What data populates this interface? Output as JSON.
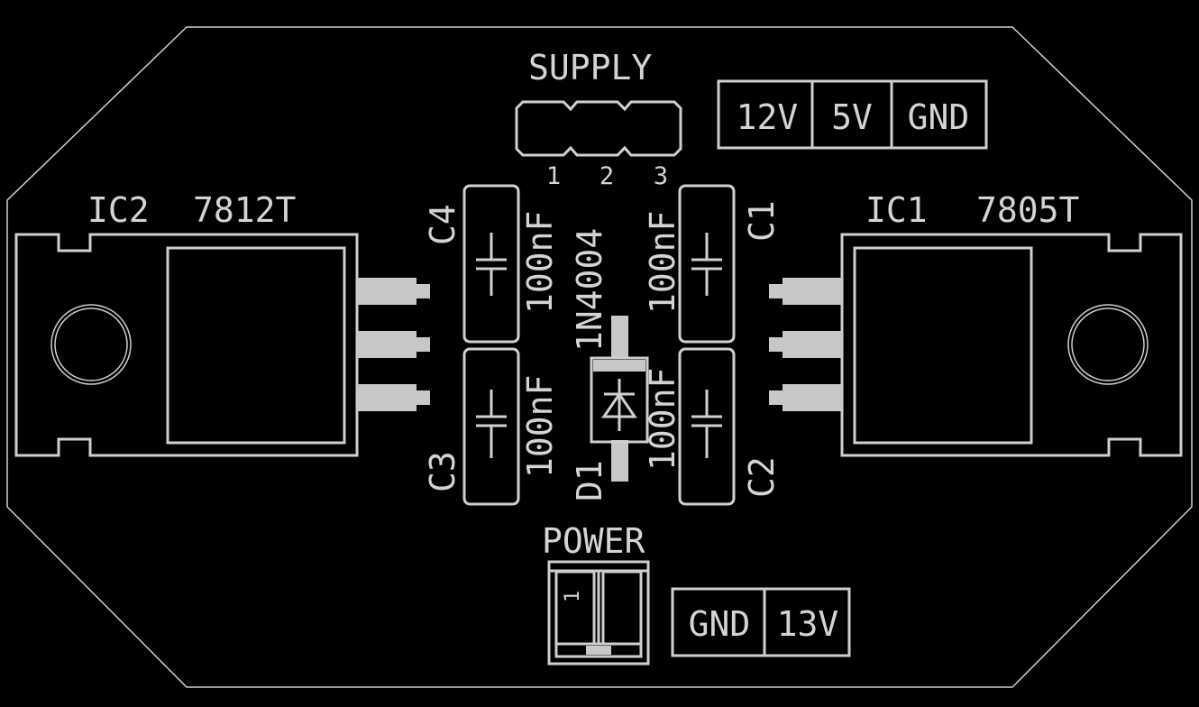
{
  "labels": {
    "supply": "SUPPLY",
    "power": "POWER",
    "ic1": "IC1",
    "ic1_part": "7805T",
    "ic2": "IC2",
    "ic2_part": "7812T",
    "c1": "C1",
    "c2": "C2",
    "c3": "C3",
    "c4": "C4",
    "cap_value": "100nF",
    "d1": "D1",
    "d1_part": "1N4004",
    "pin1": "1",
    "pin2": "2",
    "pin3": "3",
    "power_pin1": "1"
  },
  "supply_block": [
    "12V",
    "5V",
    "GND"
  ],
  "power_block": [
    "GND",
    "13V"
  ],
  "colors": {
    "background": "#000000",
    "silkscreen": "#cfcfcf",
    "pad": "#c8c8c8"
  }
}
